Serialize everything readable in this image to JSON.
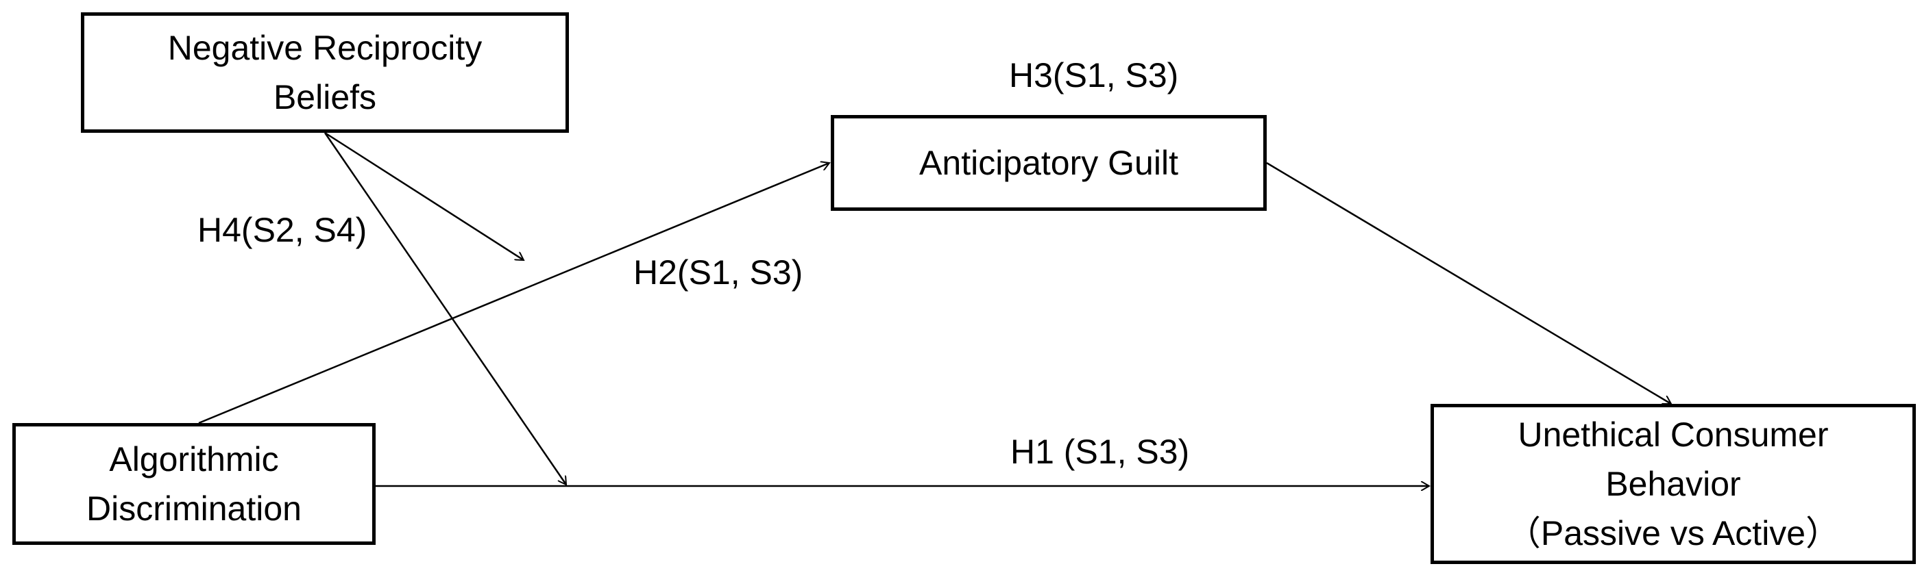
{
  "nodes": {
    "negative_reciprocity": {
      "line1": "Negative Reciprocity",
      "line2": "Beliefs"
    },
    "anticipatory_guilt": {
      "line1": "Anticipatory Guilt"
    },
    "algorithmic_discrimination": {
      "line1": "Algorithmic",
      "line2": "Discrimination"
    },
    "unethical_behavior": {
      "line1": "Unethical Consumer",
      "line2": "Behavior",
      "line3": "（Passive  vs  Active）"
    }
  },
  "edge_labels": {
    "h1": "H1 (S1, S3)",
    "h2": "H2(S1, S3)",
    "h3": "H3(S1, S3)",
    "h4": "H4(S2, S4)"
  }
}
